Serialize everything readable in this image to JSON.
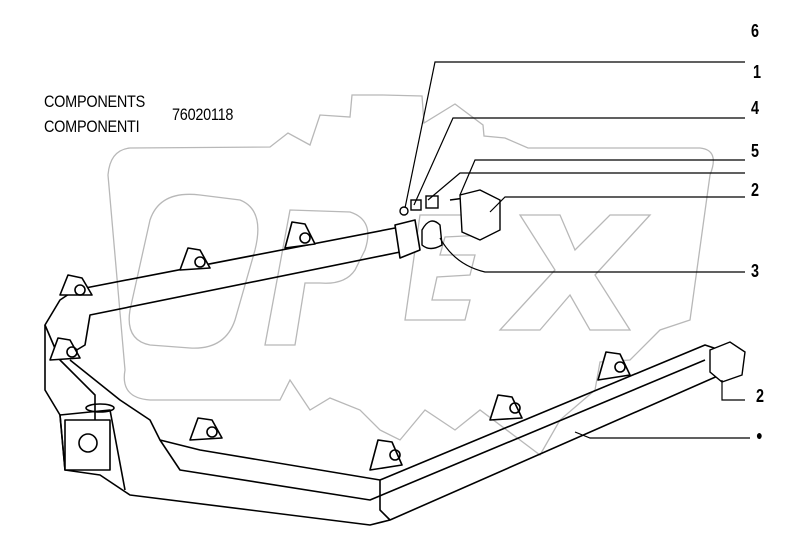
{
  "header": {
    "title_en": "COMPONENTS",
    "title_it": "COMPONENTI",
    "part_number": "76020118"
  },
  "watermark": {
    "text": "OPEX",
    "color": "#b8b8b8"
  },
  "callouts": [
    {
      "label": "6"
    },
    {
      "label": "1"
    },
    {
      "label": "4"
    },
    {
      "label": "5"
    },
    {
      "label": "2"
    },
    {
      "label": "3"
    },
    {
      "label": "2"
    },
    {
      "label": "●"
    }
  ],
  "colors": {
    "line": "#000000",
    "watermark": "#b8b8b8"
  }
}
